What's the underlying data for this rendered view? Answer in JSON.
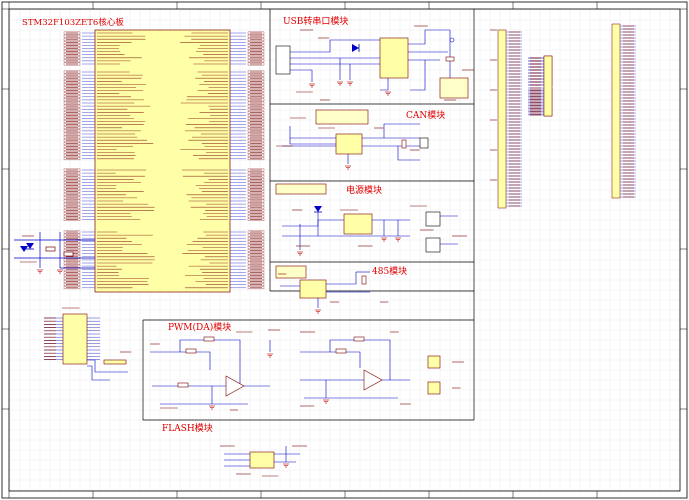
{
  "sheet": {
    "sections": {
      "core": "STM32F103ZET6核心板",
      "usb": "USB转串口模块",
      "can": "CAN模块",
      "power": "电源模块",
      "rs485": "485模块",
      "pwm": "PWM(DA)模块",
      "flash": "FLASH模块"
    },
    "colors": {
      "border": "#000000",
      "chip_fill": "#ffffa8",
      "wire": "#0000c8",
      "label": "#7a0000",
      "title": "#e00000",
      "grid": "#e6e6e6"
    }
  }
}
